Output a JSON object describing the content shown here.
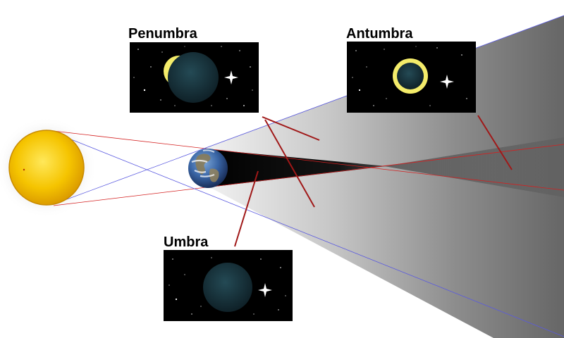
{
  "labels": {
    "penumbra": "Penumbra",
    "antumbra": "Antumbra",
    "umbra": "Umbra"
  },
  "colors": {
    "background": "#ffffff",
    "sun": "#f2c200",
    "sun_rim": "#c88a00",
    "earth_ocean": "#2c5a9a",
    "inner_rays": "#d42020",
    "outer_rays": "#5a5ae0",
    "pointers": "#a01818",
    "shadow": "#000000",
    "panel_bg": "#000000",
    "moon_dark": "#1d3c48",
    "crescent": "#f4ec6a"
  },
  "icons": {
    "sun": "sun-disc",
    "earth": "earth-globe",
    "moon": "dark-moon-disc",
    "stars": "star-field"
  }
}
